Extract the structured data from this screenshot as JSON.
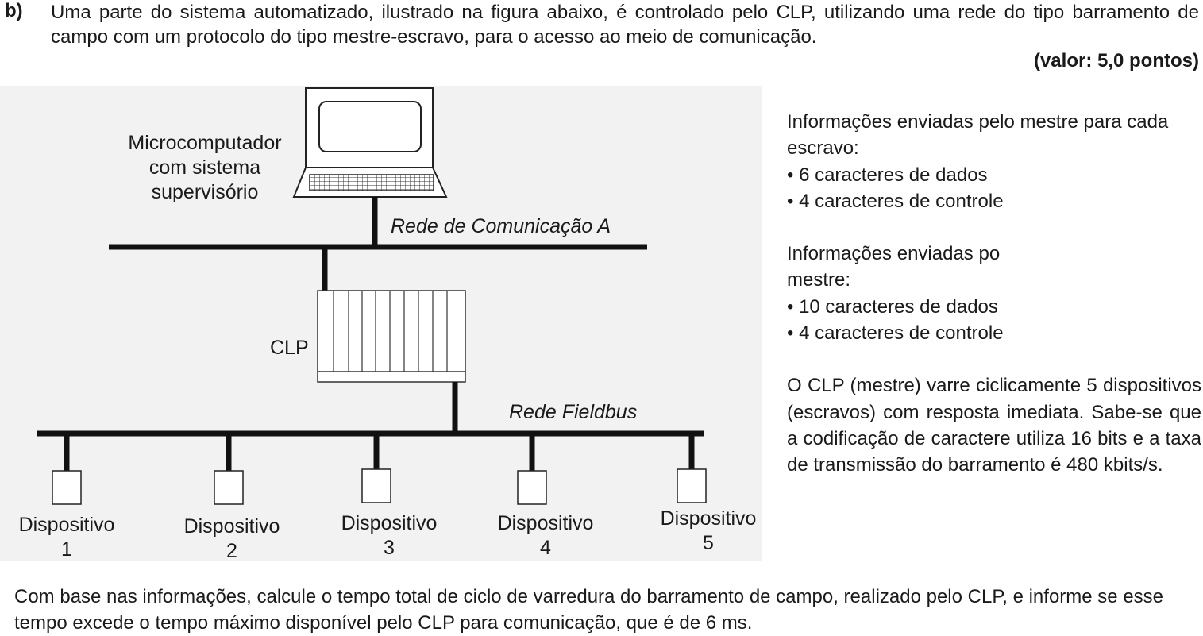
{
  "question": {
    "label": "b)",
    "intro": "Uma parte do sistema automatizado, ilustrado na figura abaixo, é controlado pelo CLP, utilizando  uma rede do tipo barramento de campo com um protocolo do tipo mestre-escravo, para o acesso ao meio de comunicação.",
    "value": "(valor: 5,0 pontos)"
  },
  "figure": {
    "computer_label": [
      "Microcomputador",
      "com sistema",
      "supervisório"
    ],
    "network_a_label": "Rede de Comunicação A",
    "clp_label": "CLP",
    "fieldbus_label": "Rede Fieldbus",
    "devices": [
      {
        "name": "Dispositivo",
        "number": "1"
      },
      {
        "name": "Dispositivo",
        "number": "2"
      },
      {
        "name": "Dispositivo",
        "number": "3"
      },
      {
        "name": "Dispositivo",
        "number": "4"
      },
      {
        "name": "Dispositivo",
        "number": "5"
      }
    ]
  },
  "info": {
    "master_to_slave": {
      "title": "Informações enviadas pelo mestre para cada escravo:",
      "items": [
        "• 6 caracteres de dados",
        "• 4 caracteres de controle"
      ]
    },
    "to_master": {
      "title": "Informações enviadas po mestre:",
      "items": [
        "• 10 caracteres de dados",
        "• 4 caracteres de controle"
      ]
    },
    "scan_text": "O CLP (mestre) varre ciclicamente 5 dispositivos (escravos) com resposta imediata. Sabe-se que a codificação de caractere utiliza 16 bits e a taxa de transmissão do barramento é 480 kbits/s."
  },
  "closing": "Com base nas informações, calcule o tempo total de ciclo de varredura do barramento de campo, realizado pelo CLP, e informe se esse tempo excede o tempo máximo disponível pelo CLP para comunicação, que é de 6 ms."
}
